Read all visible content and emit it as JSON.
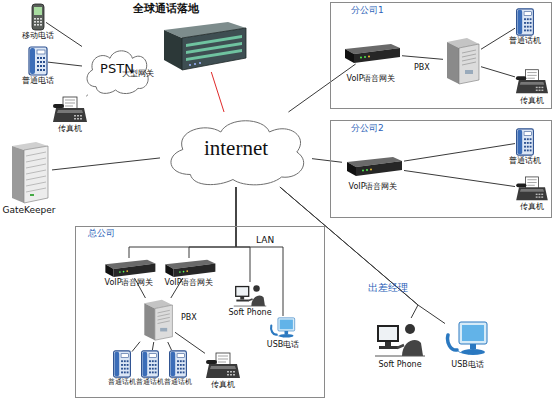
{
  "diagram": {
    "nodes": [
      {
        "text": [
          "PSTN"
        ]
      },
      {
        "text": [
          "移动电话"
        ]
      },
      {
        "text": [
          "普通电话"
        ]
      },
      {
        "text": [
          "传真机"
        ]
      },
      {
        "text": [
          "大型网关"
        ]
      },
      {
        "text": [
          "internet"
        ]
      },
      {
        "text": [
          "GateKeeper"
        ]
      },
      {
        "text": [
          "分公司1"
        ]
      },
      {
        "text": [
          "VoIP语音网关"
        ],
        "in": 7
      },
      {
        "text": [
          "PBX"
        ],
        "in": 7
      },
      {
        "text": [
          "普通话机"
        ],
        "in": 7
      },
      {
        "text": [
          "传真机"
        ],
        "in": 7
      },
      {
        "text": [
          "分公司2"
        ]
      },
      {
        "text": [
          "VoIP语音网关"
        ],
        "in": 12
      },
      {
        "text": [
          "普通话机"
        ],
        "in": 12
      },
      {
        "text": [
          "传真机"
        ],
        "in": 12
      },
      {
        "text": [
          "总公司"
        ]
      },
      {
        "text": [
          "VoIP语音网关"
        ],
        "in": 16
      },
      {
        "text": [
          "VoIP语音网关"
        ],
        "in": 16
      },
      {
        "text": [
          "PBX"
        ],
        "in": 16
      },
      {
        "text": [
          "Soft Phone"
        ],
        "in": 16
      },
      {
        "text": [
          "USB电话"
        ],
        "in": 16
      },
      {
        "text": [
          "普通话机"
        ],
        "in": 16
      },
      {
        "text": [
          "普通话机"
        ],
        "in": 16
      },
      {
        "text": [
          "普通话机"
        ],
        "in": 16
      },
      {
        "text": [
          "传真机"
        ],
        "in": 16
      },
      {
        "text": [
          "Soft Phone"
        ]
      },
      {
        "text": [
          "USB电话"
        ]
      }
    ],
    "edges": [
      {
        "from": 1,
        "to": 0,
        "arrow": "none"
      },
      {
        "from": 2,
        "to": 0,
        "arrow": "none"
      },
      {
        "from": 3,
        "to": 0,
        "arrow": "none"
      },
      {
        "from": 4,
        "to": 5,
        "arrow": "none"
      },
      {
        "from": 6,
        "to": 5,
        "arrow": "none"
      },
      {
        "from": 5,
        "to": 8,
        "arrow": "none"
      },
      {
        "from": 8,
        "to": 9,
        "arrow": "none"
      },
      {
        "from": 9,
        "to": 10,
        "arrow": "none"
      },
      {
        "from": 9,
        "to": 11,
        "arrow": "none"
      },
      {
        "from": 5,
        "to": 13,
        "arrow": "none"
      },
      {
        "from": 13,
        "to": 14,
        "arrow": "none"
      },
      {
        "from": 13,
        "to": 15,
        "arrow": "none"
      },
      {
        "from": 5,
        "to": 17,
        "arrow": "none"
      },
      {
        "from": 5,
        "to": 18,
        "arrow": "none"
      },
      {
        "from": 5,
        "to": 20,
        "arrow": "none"
      },
      {
        "from": 5,
        "to": 21,
        "arrow": "none"
      },
      {
        "from": 17,
        "to": 19,
        "arrow": "none"
      },
      {
        "from": 18,
        "to": 19,
        "arrow": "none"
      },
      {
        "from": 19,
        "to": 22,
        "arrow": "none"
      },
      {
        "from": 19,
        "to": 23,
        "arrow": "none"
      },
      {
        "from": 19,
        "to": 24,
        "arrow": "none"
      },
      {
        "from": 19,
        "to": 25,
        "arrow": "none"
      },
      {
        "from": 5,
        "to": 26,
        "arrow": "none"
      },
      {
        "from": 5,
        "to": 27,
        "arrow": "none"
      }
    ],
    "labels": [
      "全球通话落地",
      "LAN",
      "出差经理"
    ]
  }
}
